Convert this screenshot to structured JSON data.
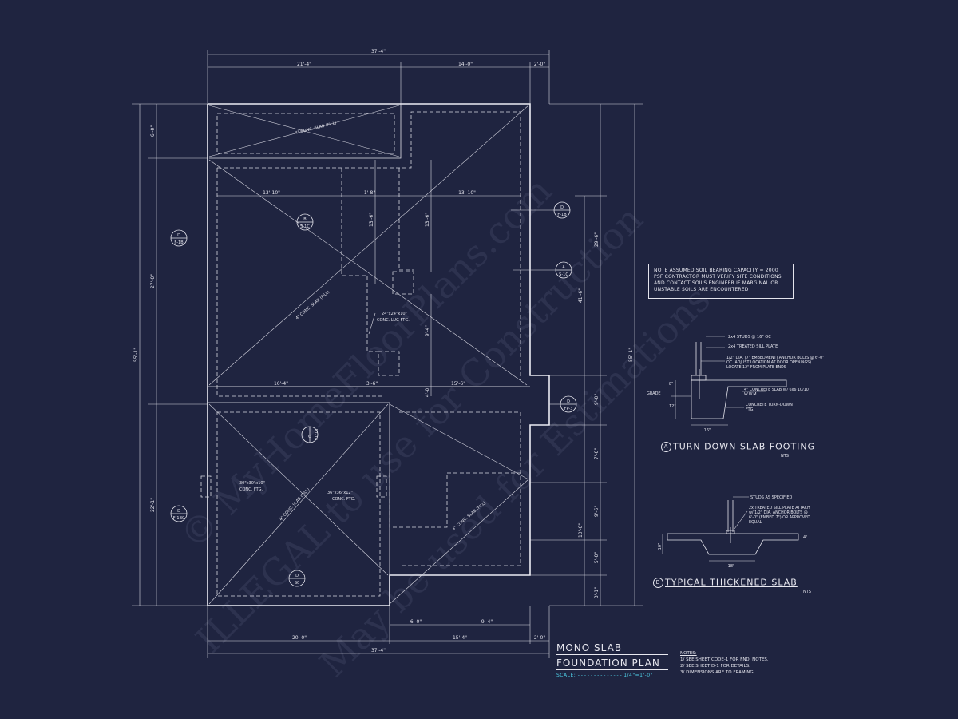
{
  "watermarks": [
    "© MyHomeFloorPlans.com",
    "ILLEGAL to use for Construction",
    "May be used for Estimations"
  ],
  "dimensions": {
    "overall_top": "37'-4\"",
    "top_segments": [
      "21'-4\"",
      "14'-0\"",
      "2'-0\""
    ],
    "overall_bottom": "37'-4\"",
    "bottom_segments": [
      "20'-0\"",
      "15'-4\"",
      "2'-0\""
    ],
    "bottom_inner": [
      "6'-0\"",
      "9'-4\""
    ],
    "left_overall": "55'-1\"",
    "left_segments": [
      "6'-0\"",
      "27'-0\"",
      "22'-1\""
    ],
    "right_overall": "55'-1\"",
    "right_segments": [
      "29'-6\"",
      "9'-0\"",
      "7'-0\"",
      "9'-6\"",
      "5'-0\"",
      "3'-1\""
    ],
    "right_inner": [
      "41'-6\"",
      "10'-6\""
    ],
    "interior": [
      "13'-10\"",
      "1'-8\"",
      "13'-10\"",
      "13'-6\"",
      "13'-6\"",
      "9'-4\"",
      "16'-4\"",
      "3'-6\"",
      "15'-6\"",
      "4'-0\""
    ]
  },
  "slab_labels": [
    "4\" CONC. SLAB (FILL)",
    "4\" CONC. SLAB (FILL)",
    "4\" CONC. SLAB (FILL)",
    "4\" CONC. SLAB (FILL)"
  ],
  "footing_labels": {
    "lug": [
      "24\"x24\"x10\"",
      "CONC. LUG FTG."
    ],
    "left": [
      "30\"x30\"x10\"",
      "CONC. FTG."
    ],
    "center": [
      "36\"x36\"x12\"",
      "CONC. FTG."
    ]
  },
  "section_markers": [
    {
      "top": "B",
      "bottom": "S-1C"
    },
    {
      "top": "D",
      "bottom": "F-1B"
    },
    {
      "top": "D",
      "bottom": "F-1B"
    },
    {
      "top": "A",
      "bottom": "S-1C"
    },
    {
      "top": "D",
      "bottom": "FP-3"
    },
    {
      "top": "D",
      "bottom": "S1-1A"
    },
    {
      "top": "D",
      "bottom": "F-1B0"
    },
    {
      "top": "D",
      "bottom": "S0"
    }
  ],
  "note_box": "NOTE ASSUMED SOIL BEARING CAPACITY = 2000 PSF CONTRACTOR MUST VERIFY SITE CONDITIONS AND CONTACT SOILS ENGINEER IF MARGINAL OR UNSTABLE SOILS ARE ENCOUNTERED",
  "detail_a": {
    "marker": "A",
    "title": "TURN DOWN SLAB FOOTING",
    "nts": "NTS",
    "callouts": [
      "2x4 STUDS @ 16\" OC",
      "2x4 TREATED SILL PLATE",
      "1/2\" DIA. (7\" EMBEDMENT) ANCHOR BOLTS @ 6'-0\" OC (ADJUST LOCATION AT DOOR OPENINGS) LOCATE 12\" FROM PLATE ENDS",
      "4\" CONCRETE SLAB W/ 6x6 10/10 W.W.M.",
      "CONCRETE TURN-DOWN FTG."
    ],
    "dims": [
      "8\"",
      "12\"",
      "16\""
    ],
    "grade": "GRADE"
  },
  "detail_b": {
    "marker": "B",
    "title": "TYPICAL THICKENED SLAB",
    "nts": "NTS",
    "callouts": [
      "STUDS AS SPECIFIED",
      "2x TREATED SILL PLATE ATTACH w/ 1/2\" DIA. ANCHOR BOLTS @ 6'-0\" (EMBED 7\") OR APPROVED EQUAL"
    ],
    "dims": [
      "10\"",
      "18\"",
      "4\""
    ]
  },
  "title_block": {
    "line1": "MONO SLAB",
    "line2": "FOUNDATION PLAN",
    "scale_label": "SCALE:",
    "scale_value": "1/4\"=1'-0\""
  },
  "notes": {
    "heading": "NOTES:",
    "items": [
      "1/ SEE SHEET CODE-1 FOR FND. NOTES.",
      "2/ SEE SHEET D-1 FOR DETAILS.",
      "3/ DIMENSIONS ARE TO FRAMING."
    ]
  }
}
